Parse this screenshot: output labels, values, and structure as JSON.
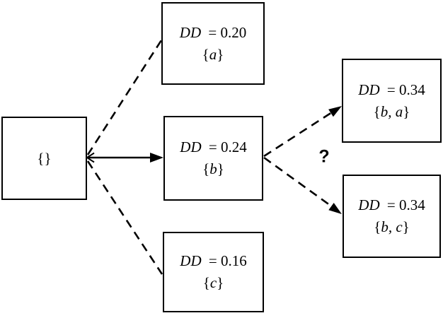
{
  "annotation": {
    "question_mark": "?"
  },
  "nodes": {
    "root": {
      "set": "{}"
    },
    "a": {
      "var": "DD",
      "eq": "= 0.20",
      "set_open": "{",
      "set_members": "a",
      "set_close": "}"
    },
    "b": {
      "var": "DD",
      "eq": "= 0.24",
      "set_open": "{",
      "set_members": "b",
      "set_close": "}"
    },
    "c": {
      "var": "DD",
      "eq": "= 0.16",
      "set_open": "{",
      "set_members": "c",
      "set_close": "}"
    },
    "ba": {
      "var": "DD",
      "eq": "= 0.34",
      "set_open": "{",
      "set_members": "b, a",
      "set_close": "}"
    },
    "bc": {
      "var": "DD",
      "eq": "= 0.34",
      "set_open": "{",
      "set_members": "b, c",
      "set_close": "}"
    }
  },
  "edges": [
    {
      "from": "root",
      "to": "a",
      "style": "dashed",
      "arrowhead": "none"
    },
    {
      "from": "root",
      "to": "b",
      "style": "solid",
      "arrowhead": "both"
    },
    {
      "from": "root",
      "to": "c",
      "style": "dashed",
      "arrowhead": "none"
    },
    {
      "from": "b",
      "to": "ba",
      "style": "dashed",
      "arrowhead": "end"
    },
    {
      "from": "b",
      "to": "bc",
      "style": "dashed",
      "arrowhead": "end"
    }
  ],
  "colors": {
    "line": "#000000",
    "text": "#000000",
    "background": "#ffffff"
  }
}
